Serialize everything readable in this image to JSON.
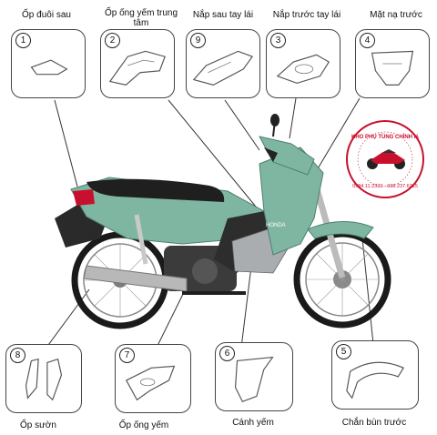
{
  "parts": [
    {
      "number": "1",
      "name": "Ốp đuôi sau"
    },
    {
      "number": "2",
      "name": "Ốp ống yếm trung tâm"
    },
    {
      "number": "9",
      "name": "Nắp sau tay lái"
    },
    {
      "number": "3",
      "name": "Nắp trước tay lái"
    },
    {
      "number": "4",
      "name": "Mặt nạ trước"
    },
    {
      "number": "8",
      "name": "Ốp sườn"
    },
    {
      "number": "7",
      "name": "Ốp ống yếm"
    },
    {
      "number": "6",
      "name": "Cánh yếm"
    },
    {
      "number": "5",
      "name": "Chắn bùn trước"
    }
  ],
  "logo": {
    "shop_name": "KHO PHỤ TÙNG CHÍNH HÃNG",
    "phone": "0984.11.2323 - 098.237.6215"
  },
  "bike_brand": "HONDA",
  "colors": {
    "body_green": "#7fb6a2",
    "accent_red": "#c8102e"
  }
}
